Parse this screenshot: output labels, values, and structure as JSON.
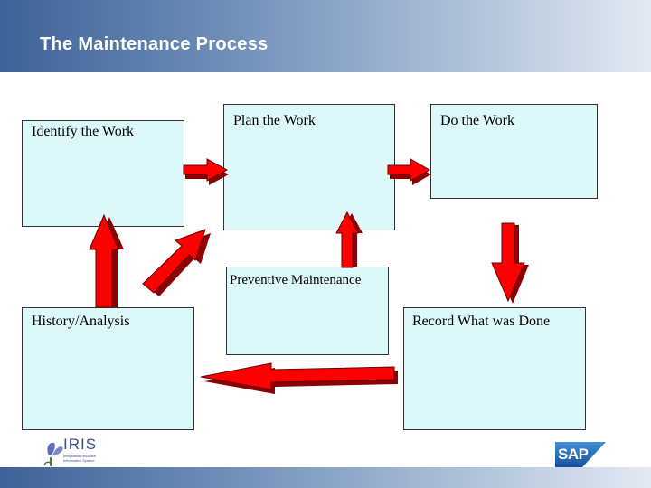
{
  "header": {
    "title": "The Maintenance Process"
  },
  "boxes": {
    "identify": "Identify the Work",
    "plan": "Plan the Work",
    "do": "Do the Work",
    "preventive": "Preventive Maintenance",
    "history": "History/Analysis",
    "record": "Record What was Done"
  },
  "logos": {
    "iris": {
      "text": "IRIS",
      "sub": "Integrated Resource Information System"
    },
    "sap": {
      "text": "SAP"
    }
  },
  "colors": {
    "arrow": "#ff0000",
    "box_fill": "#ddf8fb",
    "header_start": "#3d6298",
    "header_end": "#e3eaf3"
  }
}
